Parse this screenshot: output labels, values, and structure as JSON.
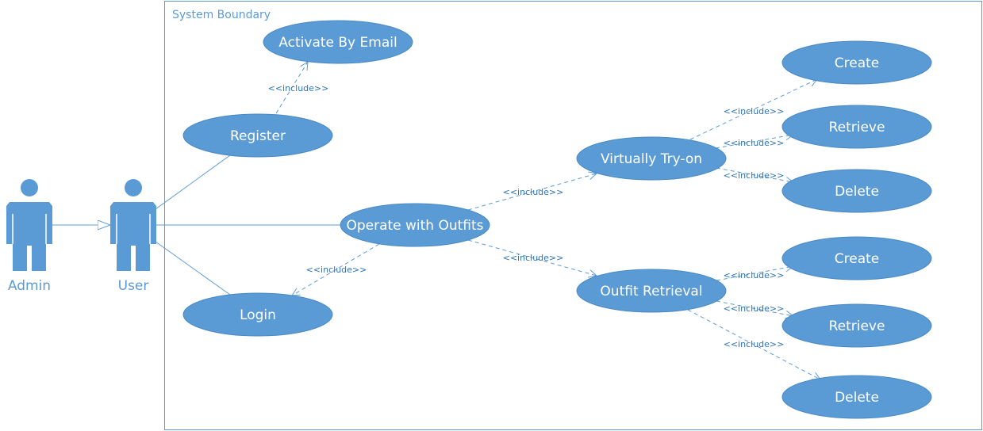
{
  "boundary": {
    "label": "System Boundary"
  },
  "actors": {
    "admin": {
      "label": "Admin"
    },
    "user": {
      "label": "User"
    }
  },
  "use_cases": {
    "activate_by_email": "Activate By Email",
    "register": "Register",
    "login": "Login",
    "operate_with_outfits": "Operate with Outfits",
    "virtually_try_on": "Virtually Try-on",
    "outfit_retrieval": "Outfit Retrieval",
    "try_on_create": "Create",
    "try_on_retrieve": "Retrieve",
    "try_on_delete": "Delete",
    "retrieval_create": "Create",
    "retrieval_retrieve": "Retrieve",
    "retrieval_delete": "Delete"
  },
  "include_label": "<<include>>",
  "colors": {
    "use_case_fill": "#5b9bd5",
    "line": "#5b9bd5",
    "include_text": "#2e75b6"
  }
}
